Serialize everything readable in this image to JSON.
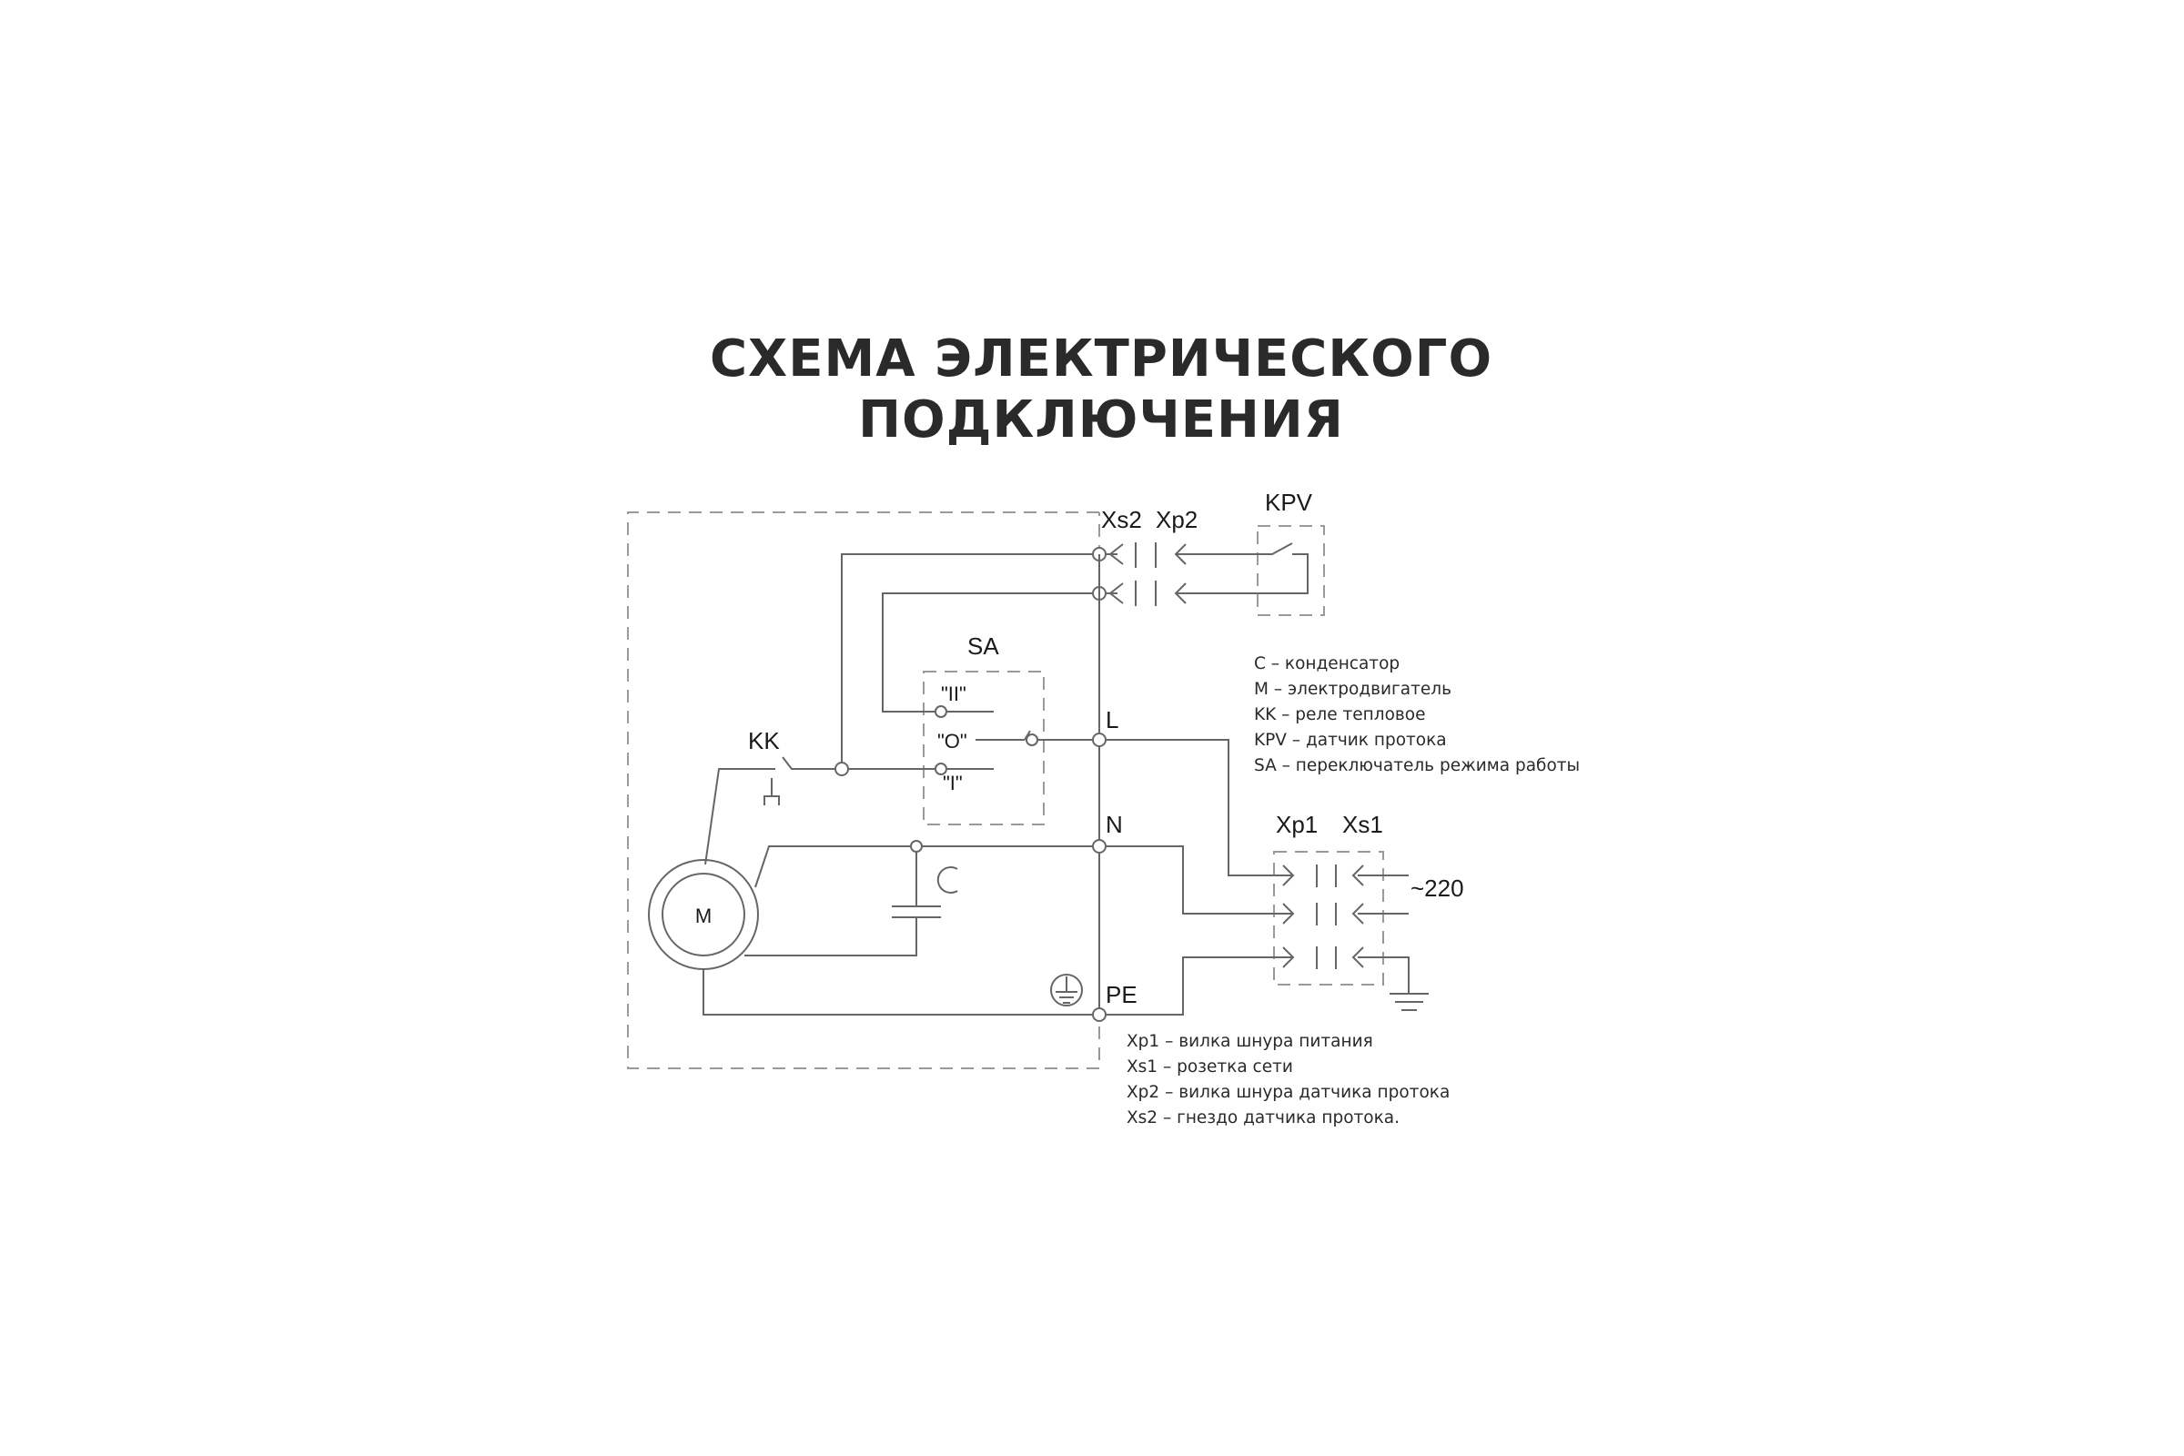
{
  "title": {
    "line1": "СХЕМА ЭЛЕКТРИЧЕСКОГО",
    "line2": "ПОДКЛЮЧЕНИЯ"
  },
  "labels": {
    "xs2": "Xs2",
    "xp2": "Xp2",
    "kpv": "KPV",
    "sa": "SA",
    "sa_pos_2": "\"II\"",
    "sa_pos_0": "\"O\"",
    "sa_pos_1": "\"I\"",
    "kk": "KK",
    "l": "L",
    "n": "N",
    "pe": "PE",
    "c": "C",
    "m": "M",
    "xp1": "Xp1",
    "xs1": "Xs1",
    "voltage": "~220"
  },
  "legend_top": [
    "C – конденсатор",
    "M – электродвигатель",
    "KK – реле тепловое",
    "KPV – датчик протока",
    "SA – переключатель режима работы"
  ],
  "legend_bottom": [
    "Xp1 – вилка шнура питания",
    "Xs1 – розетка сети",
    "Xp2 – вилка шнура датчика протока",
    "Xs2 – гнездо датчика протока."
  ]
}
